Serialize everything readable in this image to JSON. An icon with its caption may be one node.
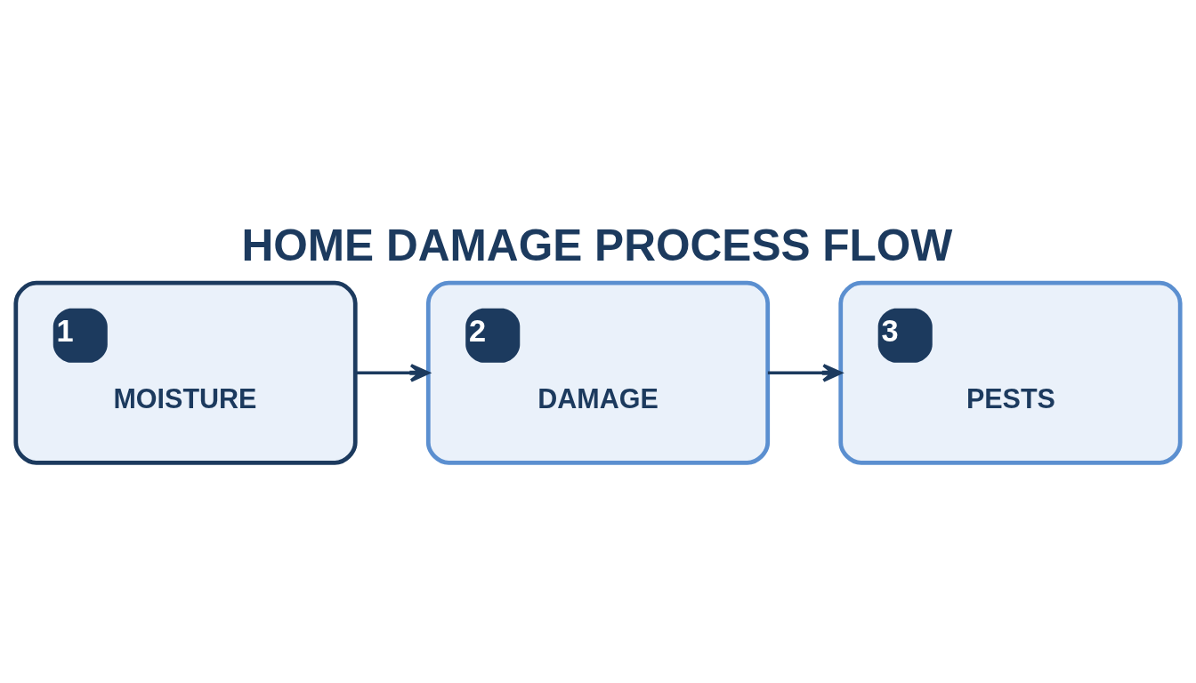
{
  "diagram": {
    "title": "HOME DAMAGE PROCESS FLOW",
    "nodes": [
      {
        "text": [
          "1",
          "MOISTURE"
        ]
      },
      {
        "text": [
          "2",
          "DAMAGE"
        ]
      },
      {
        "text": [
          "3",
          "PESTS"
        ]
      }
    ],
    "edges": [
      {
        "from": 0,
        "to": 1,
        "arrow": "to"
      },
      {
        "from": 1,
        "to": 2,
        "arrow": "to"
      }
    ]
  }
}
